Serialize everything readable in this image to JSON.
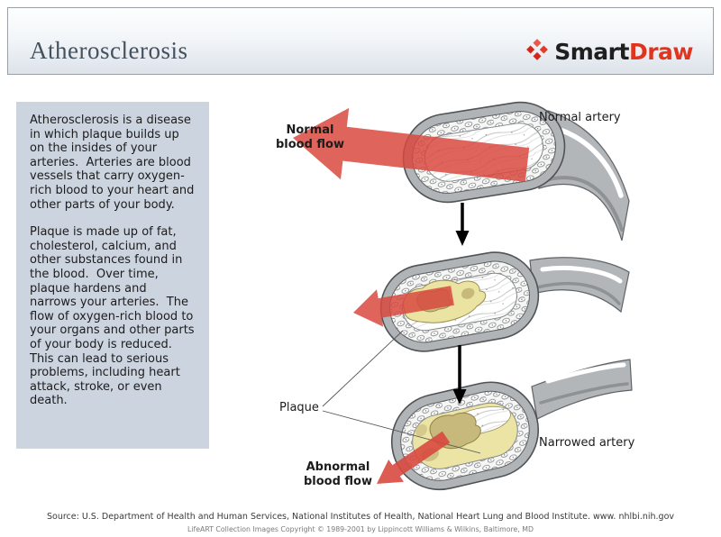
{
  "header": {
    "title": "Atherosclerosis",
    "logo": {
      "smart": "Smart",
      "draw": "Draw"
    }
  },
  "description_panel": {
    "paragraph1": "Atherosclerosis is a disease in which plaque builds up on the insides of your arteries.  Arteries are blood vessels that carry oxygen-rich blood to your heart and other parts of your body.",
    "paragraph2": "Plaque is made up of fat, cholesterol, calcium, and other substances found in the blood.  Over time, plaque hardens and narrows your arteries.  The flow of oxygen-rich blood to your organs and other parts of your body is reduced.  This can lead to serious problems, including heart attack, stroke, or even death."
  },
  "diagram": {
    "labels": {
      "normal_blood_flow": {
        "line1": "Normal",
        "line2": "blood flow"
      },
      "normal_artery": "Normal artery",
      "plaque": "Plaque",
      "abnormal_blood_flow": {
        "line1": "Abnormal",
        "line2": "blood flow"
      },
      "narrowed_artery": "Narrowed artery"
    },
    "colors": {
      "blood_flow_arrow_red": "#d8493f",
      "plaque_light_yellow": "#ebe4a4",
      "plaque_dark_tan": "#c6b97b",
      "artery_wall_gray": "#b0b4b7",
      "panel_background": "#ccd4e0",
      "logo_red": "#e0341f"
    }
  },
  "footer": {
    "source_line": "Source:  U.S. Department of Health and Human Services, National Institutes of Health, National Heart Lung and Blood Institute.  www. nhlbi.nih.gov",
    "copyright_line": "LifeART Collection Images Copyright © 1989-2001 by Lippincott Williams & Wilkins, Baltimore, MD"
  }
}
